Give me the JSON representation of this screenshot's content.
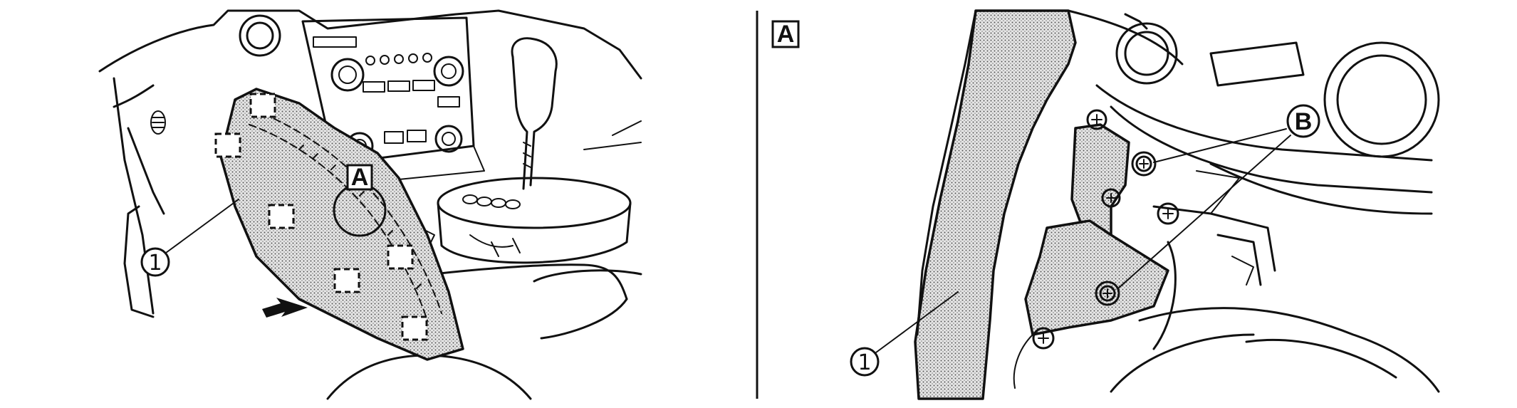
{
  "left_view": {
    "part_callout": "1",
    "detail_marker": "A"
  },
  "detail_view": {
    "frame_label": "A",
    "part_callout": "1",
    "screw_callout": "B"
  },
  "icons": {
    "removal_direction": "arrow-icon",
    "clip_location": "dashed-square-icon",
    "screw": "screw-icon"
  },
  "colors": {
    "line": "#111111",
    "shading_dots": "#555555",
    "background": "#ffffff"
  }
}
